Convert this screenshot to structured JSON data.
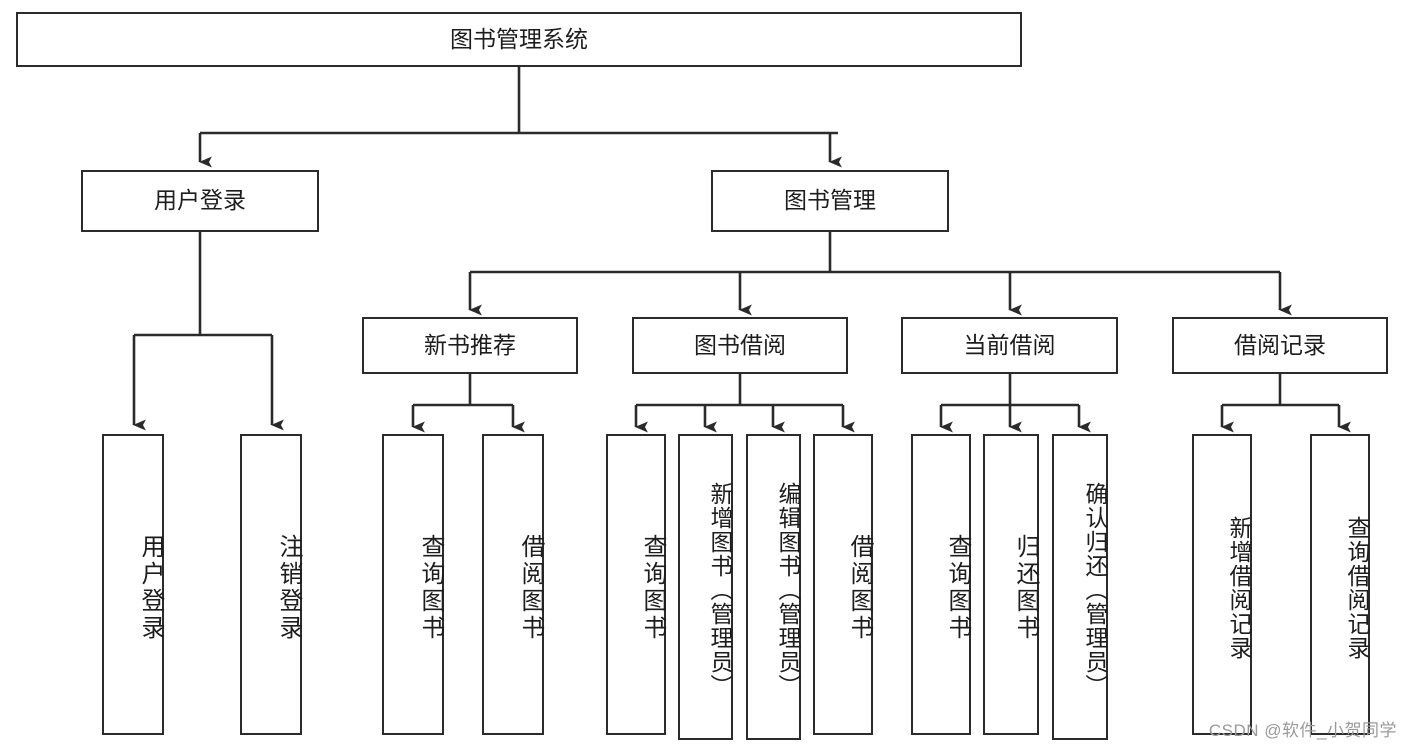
{
  "diagram": {
    "title": "图书管理系统",
    "type": "hierarchy-tree",
    "watermark": "CSDN @软件_小贺同学",
    "colors": {
      "stroke": "#2b2b2b",
      "fill": "#ffffff",
      "text": "#1d1d1d",
      "watermark": "#9a9a9a"
    },
    "nodes": {
      "root": {
        "label": "图书管理系统"
      },
      "level2": [
        {
          "label": "用户登录"
        },
        {
          "label": "图书管理"
        }
      ],
      "level3": [
        {
          "label": "新书推荐"
        },
        {
          "label": "图书借阅"
        },
        {
          "label": "当前借阅"
        },
        {
          "label": "借阅记录"
        }
      ],
      "leaves": {
        "user_login": [
          {
            "label": "用户登录"
          },
          {
            "label": "注销登录"
          }
        ],
        "new_book_recommend": [
          {
            "label": "查询图书"
          },
          {
            "label": "借阅图书"
          }
        ],
        "book_borrow": [
          {
            "label": "查询图书"
          },
          {
            "label": "新增图书（管理员）"
          },
          {
            "label": "编辑图书（管理员）"
          },
          {
            "label": "借阅图书"
          }
        ],
        "current_borrow": [
          {
            "label": "查询图书"
          },
          {
            "label": "归还图书"
          },
          {
            "label": "确认归还（管理员）"
          }
        ],
        "borrow_records": [
          {
            "label": "新增借阅记录"
          },
          {
            "label": "查询借阅记录"
          }
        ]
      }
    }
  }
}
